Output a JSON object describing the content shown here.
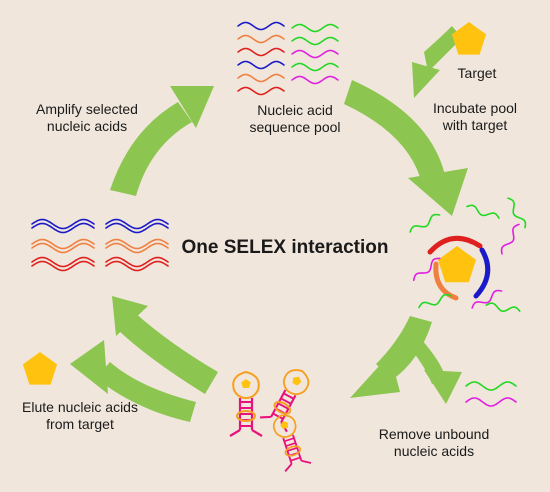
{
  "colors": {
    "background": "#f0e6dc",
    "arrow": "#8cc650",
    "target": "#ffc20e",
    "strand_blue": "#1a1ac8",
    "strand_orange": "#f08040",
    "strand_red": "#e0201e",
    "strand_green": "#22d822",
    "strand_magenta": "#e020e0",
    "aptamer": "#e8127c",
    "aptamer_outline": "#f5a020"
  },
  "diagram": {
    "center_title": "One SELEX interaction",
    "steps": {
      "pool": [
        "Nucleic acid",
        "sequence pool"
      ],
      "target": [
        "Target"
      ],
      "incubate": [
        "Incubate pool",
        "with target"
      ],
      "remove": [
        "Remove unbound",
        "nucleic acids"
      ],
      "elute": [
        "Elute nucleic acids",
        "from target"
      ],
      "amplify": [
        "Amplify selected",
        "nucleic acids"
      ]
    }
  }
}
